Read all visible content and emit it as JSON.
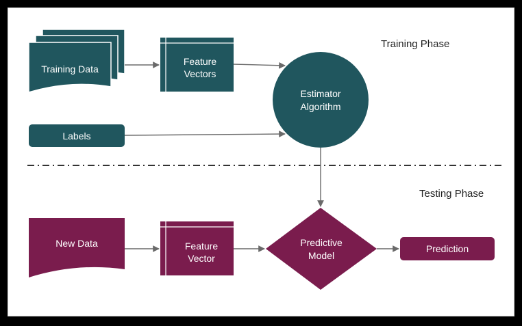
{
  "phases": {
    "training": "Training Phase",
    "testing": "Testing Phase"
  },
  "nodes": {
    "training_data": "Training Data",
    "feature_vectors": [
      "Feature",
      "Vectors"
    ],
    "labels": "Labels",
    "estimator": [
      "Estimator",
      "Algorithm"
    ],
    "new_data": "New Data",
    "feature_vector": [
      "Feature",
      "Vector"
    ],
    "predictive_model": [
      "Predictive",
      "Model"
    ],
    "prediction": "Prediction"
  },
  "colors": {
    "training": "#20565e",
    "testing": "#7a1c4d",
    "node_text": "#ffffff",
    "arrow": "#6a6a6a",
    "phase_text": "#222222"
  }
}
